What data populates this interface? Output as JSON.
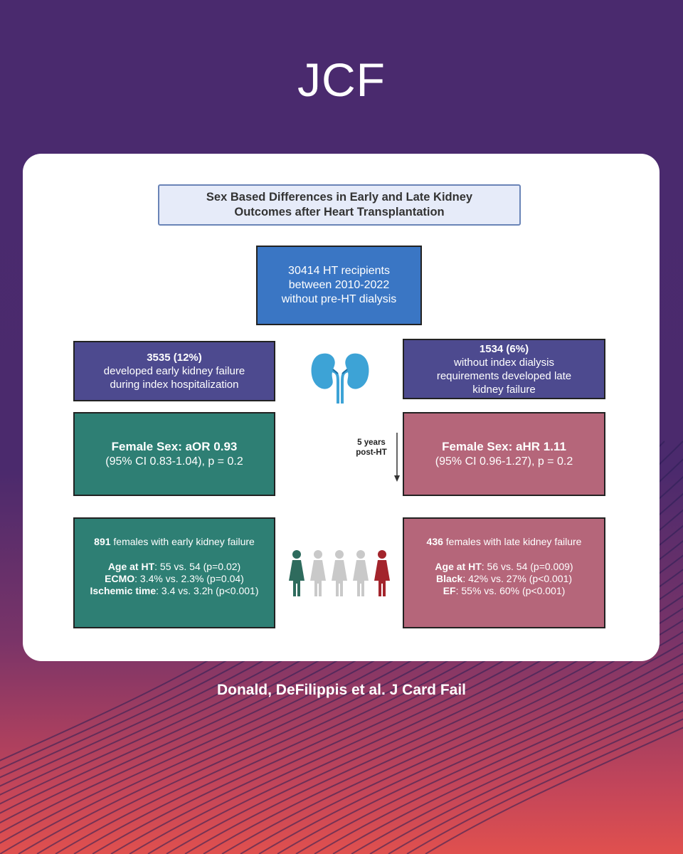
{
  "logo": "JCF",
  "citation": "Donald, DeFilippis et al. J Card Fail",
  "title": {
    "line1": "Sex Based Differences in Early and Late Kidney",
    "line2": "Outcomes after Heart Transplantation"
  },
  "cohort": {
    "line1": "30414 HT recipients",
    "line2": "between 2010-2022",
    "line3": "without pre-HT dialysis"
  },
  "early": {
    "count": "3535 (12%)",
    "line1": "developed early kidney failure",
    "line2": "during index hospitalization",
    "stat_bold": "Female Sex: aOR 0.93",
    "stat_detail": "(95% CI 0.83-1.04), p = 0.2",
    "females_count": "891",
    "females_text": " females with early kidney failure",
    "details": [
      {
        "label": "Age at HT",
        "value": ": 55 vs. 54 (p=0.02)"
      },
      {
        "label": "ECMO",
        "value": ": 3.4% vs. 2.3% (p=0.04)"
      },
      {
        "label": "Ischemic time",
        "value": ": 3.4 vs. 3.2h (p<0.001)"
      }
    ]
  },
  "late": {
    "count": "1534 (6%)",
    "line1": "without index dialysis",
    "line2": "requirements developed late",
    "line3": "kidney failure",
    "stat_bold": "Female Sex: aHR 1.11",
    "stat_detail": "(95% CI 0.96-1.27), p = 0.2",
    "females_count": "436",
    "females_text": " females with late kidney failure",
    "details": [
      {
        "label": "Age at HT",
        "value": ": 56 vs. 54 (p=0.009)"
      },
      {
        "label": "Black",
        "value": ": 42% vs. 27% (p<0.001)"
      },
      {
        "label": "EF",
        "value": ": 55% vs. 60% (p<0.001)"
      }
    ]
  },
  "timeline": {
    "line1": "5 years",
    "line2": "post-HT"
  },
  "colors": {
    "title_bg": "#e6ebf9",
    "cohort_blue": "#3a76c4",
    "header_purple": "#4d4a8f",
    "early_teal": "#2e7f74",
    "late_rose": "#b5667a",
    "kidney_blue": "#3da3d6",
    "person_teal": "#2e6b5d",
    "person_gray": "#c9c9c9",
    "person_red": "#a3242c"
  }
}
